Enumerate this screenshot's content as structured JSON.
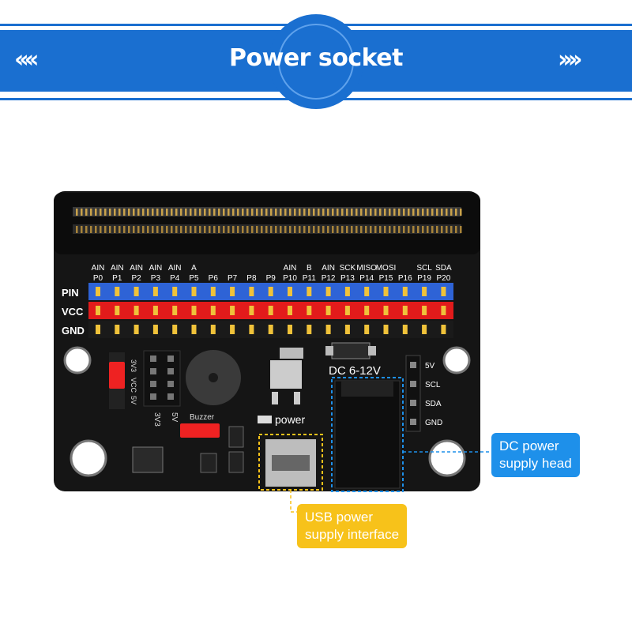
{
  "header": {
    "title": "Power socket",
    "left_arrows": "‹‹‹‹",
    "right_arrows": "››››"
  },
  "board": {
    "func_labels": [
      "AIN",
      "AIN",
      "AIN",
      "AIN",
      "AIN",
      "A",
      "",
      "",
      "",
      "",
      "AIN",
      "B",
      "AIN",
      "SCK",
      "MISO",
      "MOSI",
      "",
      "SCL",
      "SDA"
    ],
    "pin_labels": [
      "P0",
      "P1",
      "P2",
      "P3",
      "P4",
      "P5",
      "P6",
      "P7",
      "P8",
      "P9",
      "P10",
      "P11",
      "P12",
      "P13",
      "P14",
      "P15",
      "P16",
      "P19",
      "P20"
    ],
    "row_labels": [
      "PIN",
      "VCC",
      "GND"
    ],
    "jumper_labels": [
      "3V3",
      "VCC",
      "5V"
    ],
    "header_5v_label": "5V",
    "header_3v3_label": "3V3",
    "buzzer_label": "Buzzer",
    "power_label": "power",
    "dc_label": "DC 6-12V",
    "i2c_labels": [
      "5V",
      "SCL",
      "SDA",
      "GND"
    ]
  },
  "callouts": {
    "dc": {
      "line1": "DC power",
      "line2": "supply head"
    },
    "usb": {
      "line1": "USB power",
      "line2": "supply interface"
    }
  },
  "colors": {
    "banner": "#1a6fd0",
    "dc_callout": "#1e90ea",
    "usb_callout": "#f7c21a",
    "pin_blue": "#2e63d6",
    "pin_red": "#e21b1b"
  }
}
